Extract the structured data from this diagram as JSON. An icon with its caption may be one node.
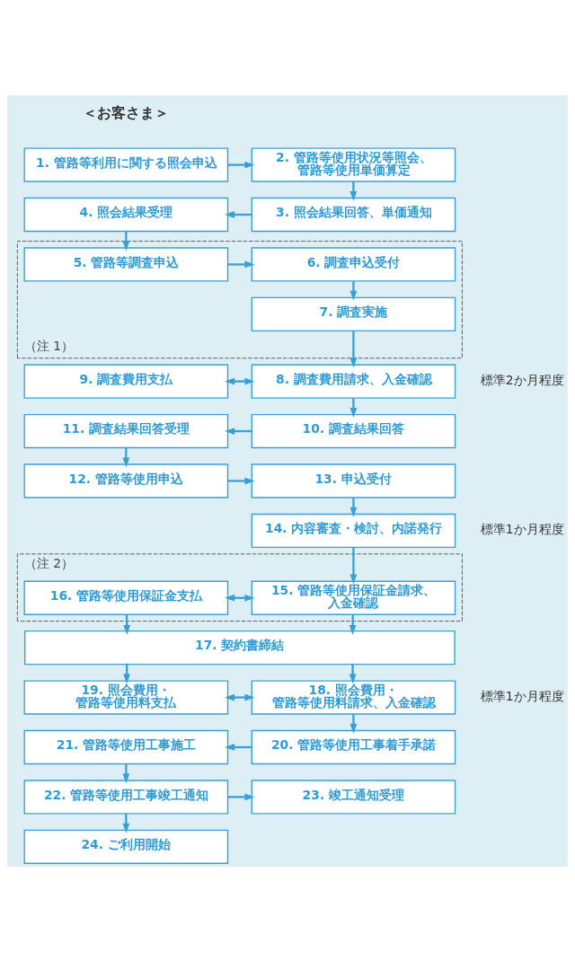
{
  "diagram": {
    "nodes": [
      {
        "text": [
          "1. 管路等利用に関する照会申込"
        ]
      },
      {
        "text": [
          "2. 管路等使用状況等照会、管路等使用単価算定"
        ]
      },
      {
        "text": [
          "4. 照会結果受理"
        ]
      },
      {
        "text": [
          "3. 照会結果回答、単価通知"
        ]
      },
      {
        "text": [
          "（注 1）"
        ]
      },
      {
        "text": [
          "5. 管路等調査申込"
        ],
        "in": 4
      },
      {
        "text": [
          "6. 調査申込受付"
        ],
        "in": 4
      },
      {
        "text": [
          "7. 調査実施"
        ],
        "in": 4
      },
      {
        "text": [
          "9. 調査費用支払"
        ]
      },
      {
        "text": [
          "8. 調査費用請求、入金確認"
        ]
      },
      {
        "text": [
          "11. 調査結果回答受理"
        ]
      },
      {
        "text": [
          "10. 調査結果回答"
        ]
      },
      {
        "text": [
          "12. 管路等使用申込"
        ]
      },
      {
        "text": [
          "13. 申込受付"
        ]
      },
      {
        "text": [
          "14. 内容審査・検討、内諾発行"
        ]
      },
      {
        "text": [
          "（注 2）"
        ]
      },
      {
        "text": [
          "16. 管路等使用保証金支払"
        ],
        "in": 15
      },
      {
        "text": [
          "15. 管路等使用保証金請求、入金確認"
        ],
        "in": 15
      },
      {
        "text": [
          "17. 契約書締結"
        ]
      },
      {
        "text": [
          "19. 照会費用・管路等使用料支払"
        ]
      },
      {
        "text": [
          "18. 照会費用・管路等使用料請求、入金確認"
        ]
      },
      {
        "text": [
          "21. 管路等使用工事施工"
        ]
      },
      {
        "text": [
          "20. 管路等使用工事着手承諾"
        ]
      },
      {
        "text": [
          "22. 管路等使用工事竣工通知"
        ]
      },
      {
        "text": [
          "23. 竣工通知受理"
        ]
      },
      {
        "text": [
          "24. ご利用開始"
        ]
      }
    ],
    "edges": [
      {
        "from": 0,
        "to": 1,
        "arrow": "to"
      },
      {
        "from": 1,
        "to": 3,
        "arrow": "to"
      },
      {
        "from": 3,
        "to": 2,
        "arrow": "to"
      },
      {
        "from": 2,
        "to": 5,
        "arrow": "to"
      },
      {
        "from": 5,
        "to": 6,
        "arrow": "to"
      },
      {
        "from": 6,
        "to": 7,
        "arrow": "to"
      },
      {
        "from": 7,
        "to": 9,
        "arrow": "to"
      },
      {
        "from": 8,
        "to": 9,
        "arrow": "both"
      },
      {
        "from": 9,
        "to": 11,
        "arrow": "to"
      },
      {
        "from": 11,
        "to": 10,
        "arrow": "to"
      },
      {
        "from": 10,
        "to": 12,
        "arrow": "to"
      },
      {
        "from": 12,
        "to": 13,
        "arrow": "to"
      },
      {
        "from": 13,
        "to": 14,
        "arrow": "to"
      },
      {
        "from": 14,
        "to": 17,
        "arrow": "to"
      },
      {
        "from": 16,
        "to": 17,
        "arrow": "both"
      },
      {
        "from": 16,
        "to": 18,
        "arrow": "to"
      },
      {
        "from": 17,
        "to": 18,
        "arrow": "to"
      },
      {
        "from": 18,
        "to": 19,
        "arrow": "to"
      },
      {
        "from": 18,
        "to": 20,
        "arrow": "to"
      },
      {
        "from": 19,
        "to": 20,
        "arrow": "both"
      },
      {
        "from": 20,
        "to": 22,
        "arrow": "to"
      },
      {
        "from": 22,
        "to": 21,
        "arrow": "to"
      },
      {
        "from": 21,
        "to": 23,
        "arrow": "to"
      },
      {
        "from": 23,
        "to": 24,
        "arrow": "to"
      },
      {
        "from": 23,
        "to": 25,
        "arrow": "to"
      }
    ],
    "labels": [
      "＜お客さま＞",
      "標準2か月程度",
      "標準1か月程度",
      "標準1か月程度"
    ]
  }
}
